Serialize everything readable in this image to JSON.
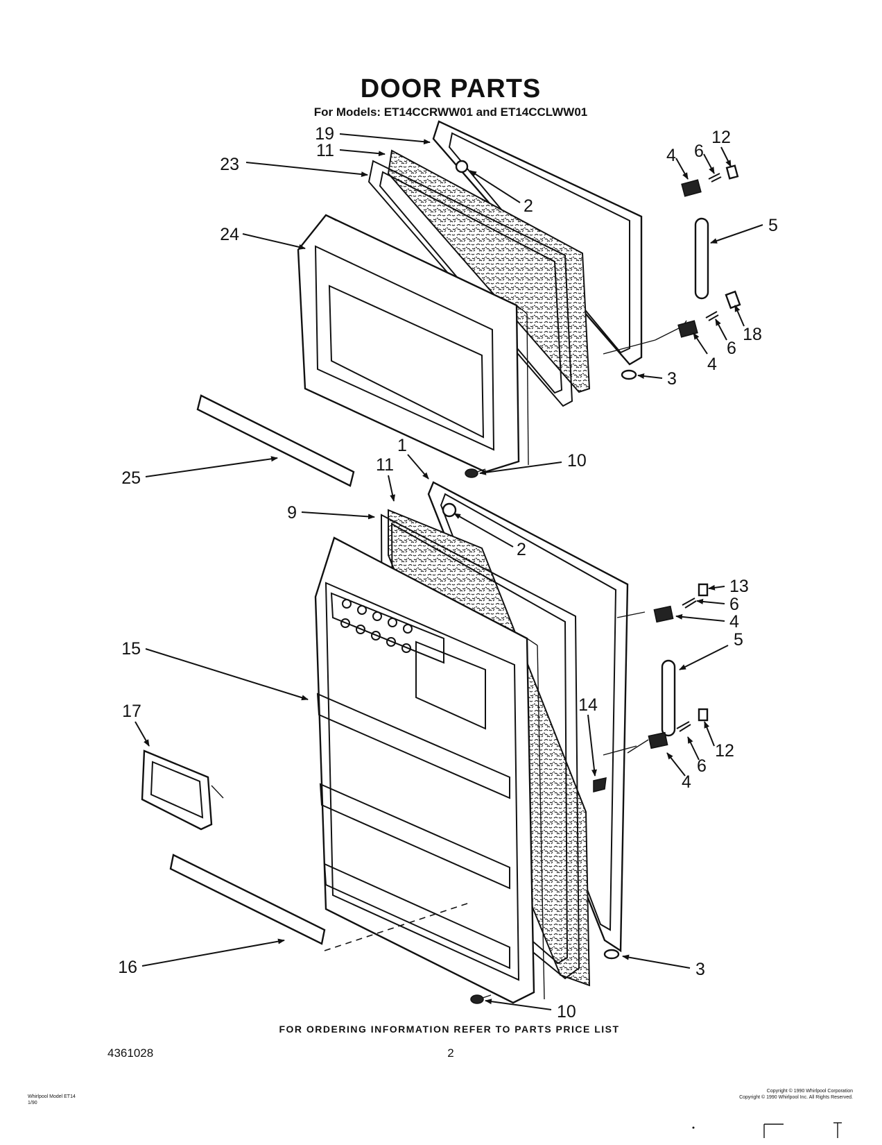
{
  "title": "DOOR PARTS",
  "subtitle": "For Models: ET14CCRWW01 and ET14CCLWW01",
  "footer_note": "FOR ORDERING INFORMATION REFER TO PARTS PRICE LIST",
  "doc_number": "4361028",
  "page_number": "2",
  "callouts": {
    "upper": {
      "c19": "19",
      "c11": "11",
      "c23": "23",
      "c24": "24",
      "c2": "2",
      "c4a": "4",
      "c6a": "6",
      "c12": "12",
      "c5": "5",
      "c18": "18",
      "c6b": "6",
      "c4b": "4",
      "c3": "3",
      "c25": "25",
      "c10": "10"
    },
    "lower": {
      "c1": "1",
      "c11": "11",
      "c9": "9",
      "c2": "2",
      "c13": "13",
      "c6a": "6",
      "c4a": "4",
      "c5": "5",
      "c15": "15",
      "c14": "14",
      "c12": "12",
      "c6b": "6",
      "c4b": "4",
      "c17": "17",
      "c16": "16",
      "c3": "3",
      "c10": "10"
    }
  },
  "fine_print": {
    "left_line1": "Whirlpool Model ET14",
    "left_line2": "1/90",
    "right_line1": "Copyright © 1990 Whirlpool Corporation",
    "right_line2": "Copyright © 1990 Whirlpool Inc. All Rights Reserved."
  }
}
